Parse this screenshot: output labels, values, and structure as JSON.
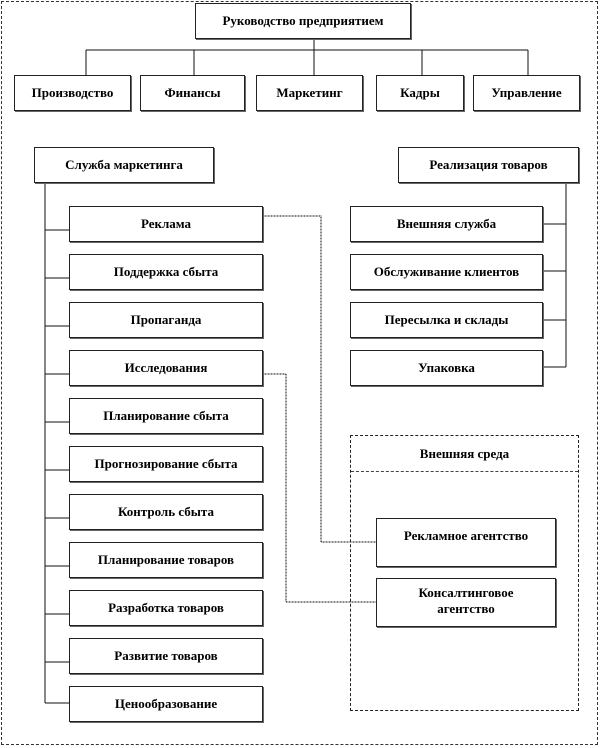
{
  "top": "Руководство предприятием",
  "departments": [
    "Производство",
    "Финансы",
    "Маркетинг",
    "Кадры",
    "Управление"
  ],
  "marketing_service": {
    "title": "Служба маркетинга",
    "items": [
      "Реклама",
      "Поддержка сбыта",
      "Пропаганда",
      "Исследования",
      "Планирование сбыта",
      "Прогнозирование сбыта",
      "Контроль сбыта",
      "Планирование товаров",
      "Разработка товаров",
      "Развитие товаров",
      "Ценообразование"
    ]
  },
  "sales": {
    "title": "Реализация товаров",
    "items": [
      "Внешняя служба",
      "Обслуживание клиентов",
      "Пересылка и склады",
      "Упаковка"
    ]
  },
  "environment": {
    "title": "Внешняя среда",
    "items": [
      "Рекламное агентство",
      "Консалтинговое агентство"
    ]
  }
}
